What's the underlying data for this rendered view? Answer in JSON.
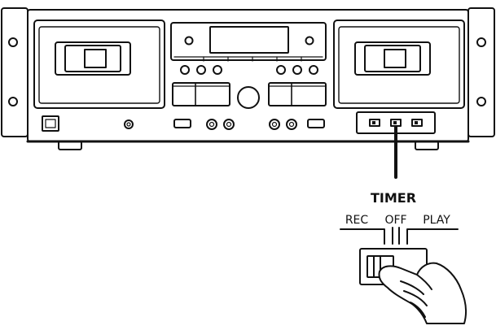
{
  "labels": {
    "timer": "TIMER",
    "rec": "REC",
    "off": "OFF",
    "play": "PLAY"
  },
  "icons": {
    "hand": "pointing-hand-icon"
  },
  "colors": {
    "stroke": "#111111",
    "background": "#ffffff"
  }
}
